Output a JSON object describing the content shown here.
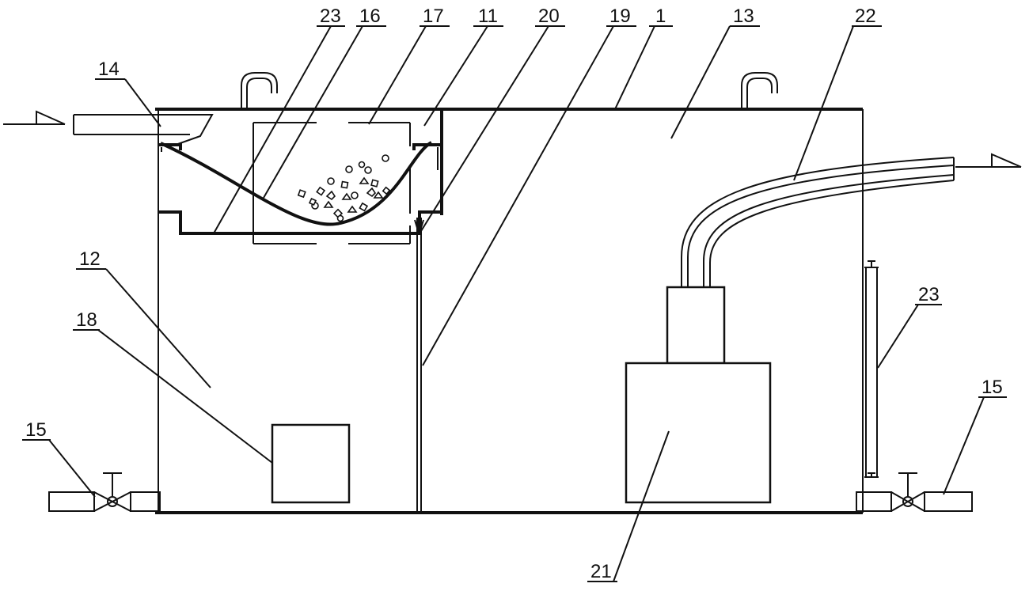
{
  "callouts": {
    "c23a": "23",
    "c16": "16",
    "c17": "17",
    "c11": "11",
    "c20": "20",
    "c19": "19",
    "c1": "1",
    "c13": "13",
    "c22": "22",
    "c14": "14",
    "c12": "12",
    "c18": "18",
    "c15a": "15",
    "c23b": "23",
    "c15b": "15",
    "c21": "21"
  }
}
